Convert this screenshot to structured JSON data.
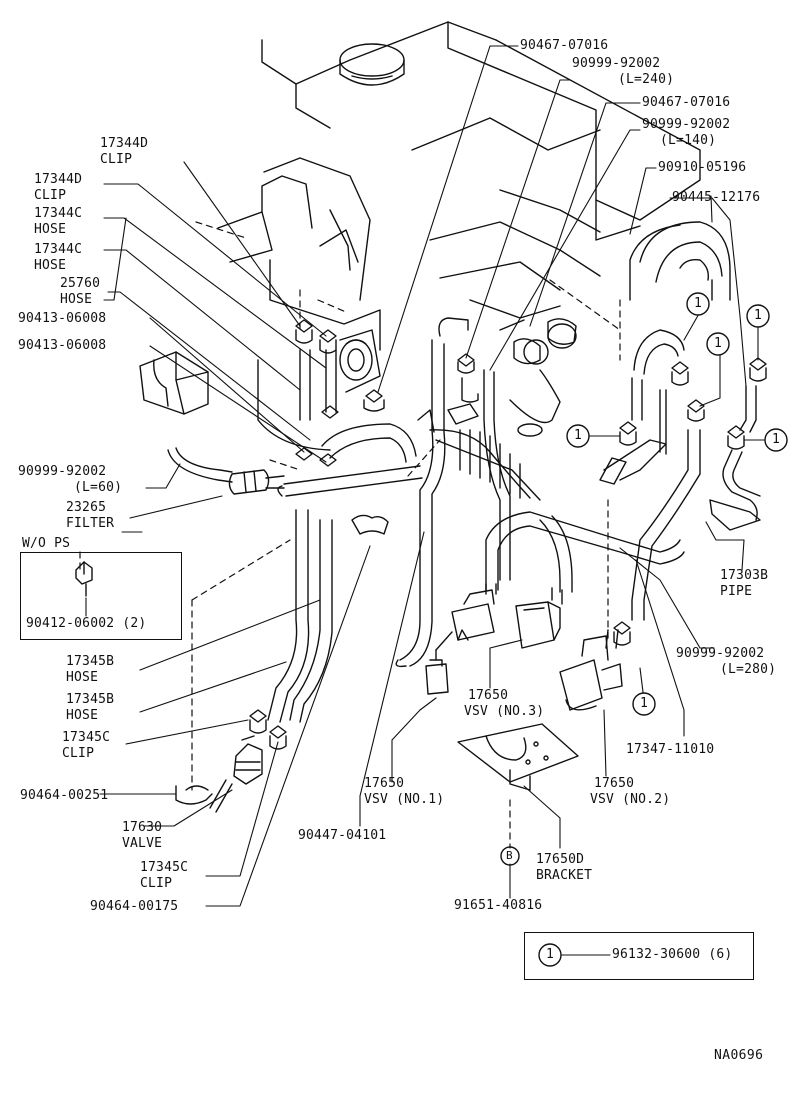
{
  "labels": {
    "l_90467_07016_a": "90467-07016",
    "l_90999_240": "90999-92002",
    "l_240": "(L=240)",
    "l_90467_07016_b": "90467-07016",
    "l_90999_140": "90999-92002",
    "l_140": "(L=140)",
    "l_90910": "90910-05196",
    "l_90445": "90445-12176",
    "l_17344d_1": "17344D",
    "l_clip_1": "CLIP",
    "l_17344d_2": "17344D",
    "l_clip_2": "CLIP",
    "l_17344c_1": "17344C",
    "l_hose_1": "HOSE",
    "l_17344c_2": "17344C",
    "l_hose_2": "HOSE",
    "l_25760": "25760",
    "l_hose_3": "HOSE",
    "l_90413_a": "90413-06008",
    "l_90413_b": "90413-06008",
    "l_90999_60": "90999-92002",
    "l_60": "(L=60)",
    "l_23265": "23265",
    "l_filter": "FILTER",
    "l_wops": "W/O PS",
    "l_90412": "90412-06002 (2)",
    "l_17345b_1": "17345B",
    "l_hose_4": "HOSE",
    "l_17345b_2": "17345B",
    "l_hose_5": "HOSE",
    "l_17345c_1": "17345C",
    "l_clip_3": "CLIP",
    "l_90464_251": "90464-00251",
    "l_17630": "17630",
    "l_valve": "VALVE",
    "l_17345c_2": "17345C",
    "l_clip_4": "CLIP",
    "l_90464_175": "90464-00175",
    "l_90447": "90447-04101",
    "l_17650_1": "17650",
    "l_vsv1": "VSV (NO.1)",
    "l_17650_3": "17650",
    "l_vsv3": "VSV (NO.3)",
    "l_17650_2": "17650",
    "l_vsv2": "VSV (NO.2)",
    "l_17650d": "17650D",
    "l_bracket": "BRACKET",
    "l_91651": "91651-40816",
    "l_17347": "17347-11010",
    "l_17303b": "17303B",
    "l_pipe": "PIPE",
    "l_90999_280": "90999-92002",
    "l_280": "(L=280)",
    "legend_code": "96132-30600 (6)",
    "legend_mark": "1",
    "circle_mark": "1",
    "bolt_mark": "B",
    "diagram_code": "NA0696"
  },
  "callout_count": 7
}
